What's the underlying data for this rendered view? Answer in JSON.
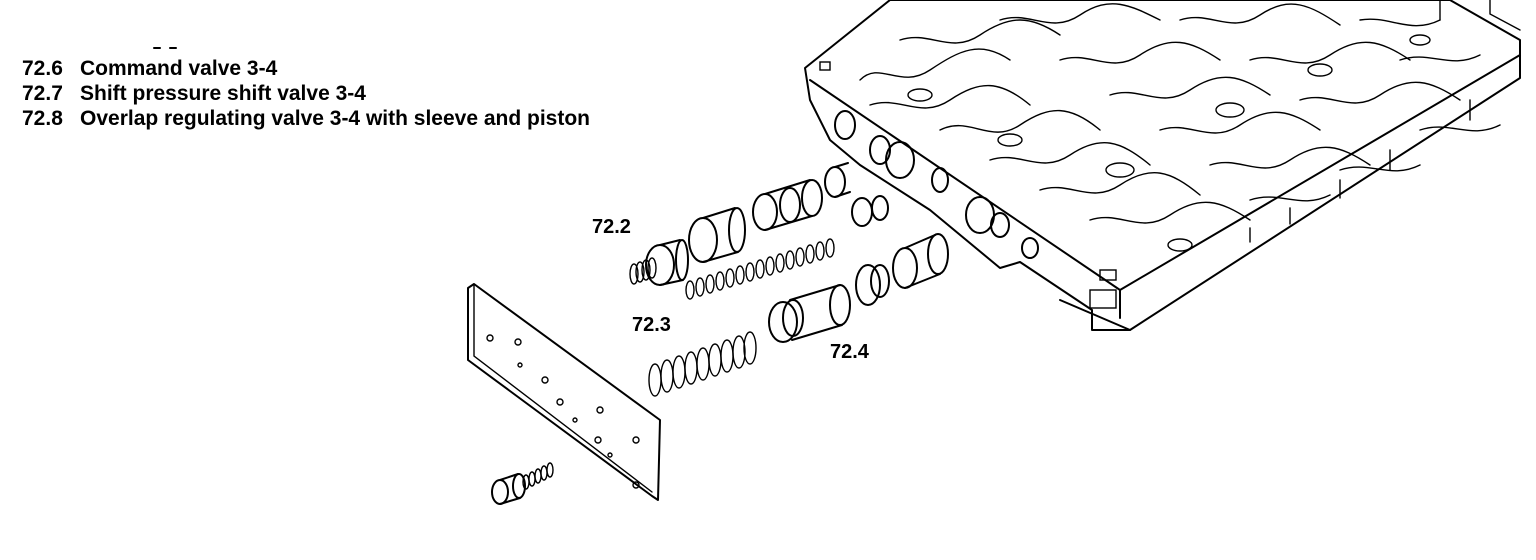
{
  "legend": [
    {
      "number": "72.6",
      "text": "Command valve 3-4"
    },
    {
      "number": "72.7",
      "text": "Shift pressure shift valve 3-4"
    },
    {
      "number": "72.8",
      "text": "Overlap regulating valve 3-4 with sleeve and piston"
    }
  ],
  "callouts": {
    "c722": "72.2",
    "c723": "72.3",
    "c724": "72.4"
  }
}
